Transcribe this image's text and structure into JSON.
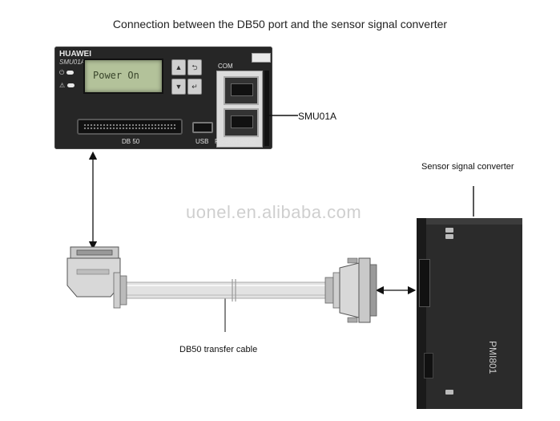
{
  "title": "Connection between the DB50 port and the sensor signal converter",
  "watermark": "uonel.en.alibaba.com",
  "labels": {
    "smu": "SMU01A",
    "converter": "Sensor signal converter",
    "cable": "DB50 transfer cable"
  },
  "smu_device": {
    "brand": "HUAWEI",
    "model": "SMU01A",
    "lcd_text": "Power On",
    "buttons": [
      "▲",
      "▼",
      "⮌",
      "↵"
    ],
    "port_labels": {
      "db50": "DB 50",
      "usb": "USB",
      "com": "COM",
      "rs": "RS485/RS232"
    }
  },
  "converter_device": {
    "model": "PMI801"
  },
  "colors": {
    "device_body": "#262626",
    "lcd_background": "#b3c29a",
    "cable": "#e2e2e2",
    "line": "#111111"
  }
}
